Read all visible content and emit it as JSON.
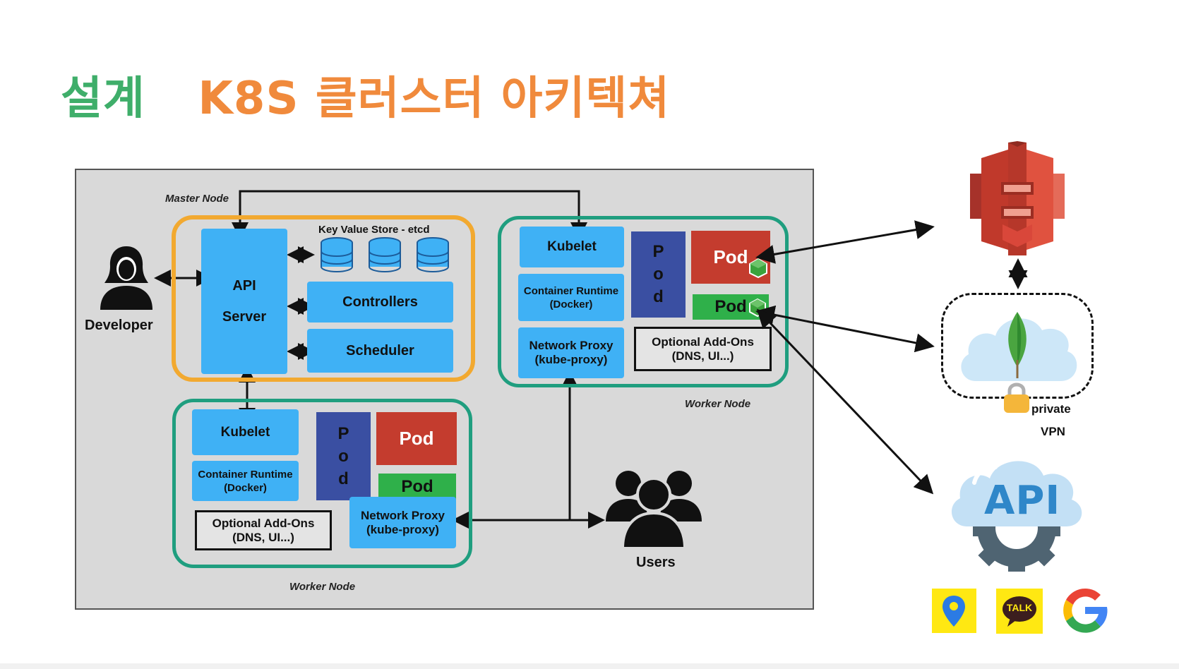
{
  "title": {
    "part1": "설계",
    "part2": "K8S  클러스터 아키텍쳐"
  },
  "diagram": {
    "master": {
      "label": "Master Node",
      "api_server": "API\n\nServer",
      "etcd_label": "Key Value Store - etcd",
      "controllers": "Controllers",
      "scheduler": "Scheduler"
    },
    "developer": "Developer",
    "users": "Users",
    "worker_top": {
      "label": "Worker Node",
      "kubelet": "Kubelet",
      "runtime": "Container Runtime\n(Docker)",
      "proxy": "Network Proxy\n(kube-proxy)",
      "addons": "Optional Add-Ons\n(DNS, UI...)",
      "pod_col": [
        "P",
        "o",
        "d"
      ],
      "pod_red": "Pod",
      "pod_green": "Pod"
    },
    "worker_bottom": {
      "label": "Worker Node",
      "kubelet": "Kubelet",
      "runtime": "Container Runtime\n(Docker)",
      "proxy": "Network Proxy\n(kube-proxy)",
      "addons": "Optional Add-Ons\n(DNS, UI...)",
      "pod_col": [
        "P",
        "o",
        "d"
      ],
      "pod_red": "Pod",
      "pod_green": "Pod"
    }
  },
  "external": {
    "api_logo_text": "API",
    "private": "private",
    "vpn": "VPN",
    "kakao_talk": "TALK"
  },
  "colors": {
    "title_green": "#3fae6a",
    "title_orange": "#f08a3c",
    "master_border": "#f2a930",
    "worker_border": "#1f9e7f",
    "component_blue": "#3fb1f5",
    "pod_red": "#c43c2e",
    "pod_green": "#2fb04a",
    "pod_column": "#3a4fa2"
  }
}
